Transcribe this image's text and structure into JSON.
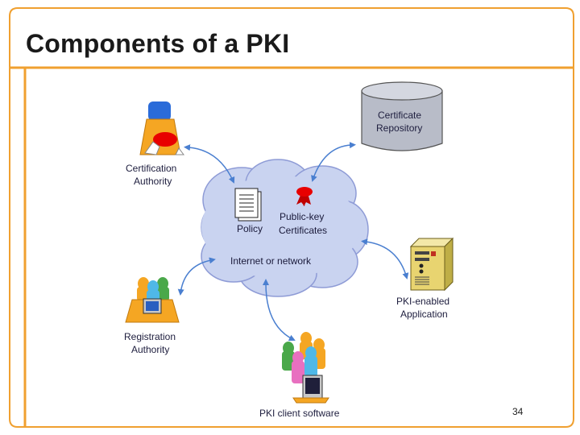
{
  "slide": {
    "title": "Components of a PKI",
    "page_number": "34"
  },
  "diagram": {
    "cloud_label": "Internet or network",
    "policy_label": "Policy",
    "certificates_label_line1": "Public-key",
    "certificates_label_line2": "Certificates",
    "certification_authority_line1": "Certification",
    "certification_authority_line2": "Authority",
    "repository_line1": "Certificate",
    "repository_line2": "Repository",
    "registration_authority_line1": "Registration",
    "registration_authority_line2": "Authority",
    "pki_app_line1": "PKI-enabled",
    "pki_app_line2": "Application",
    "client_software": "PKI client software"
  },
  "colors": {
    "frame_orange": "#f0a030",
    "cloud_fill": "#c9d3f0",
    "cloud_stroke": "#8e9bd6",
    "arrow_blue": "#4a7fd0",
    "person_blue": "#2a6bd9",
    "desk_orange": "#f5a623",
    "cert_red": "#e80000",
    "cylinder_gray": "#b8bcc8",
    "computer_tan": "#e8d470"
  }
}
